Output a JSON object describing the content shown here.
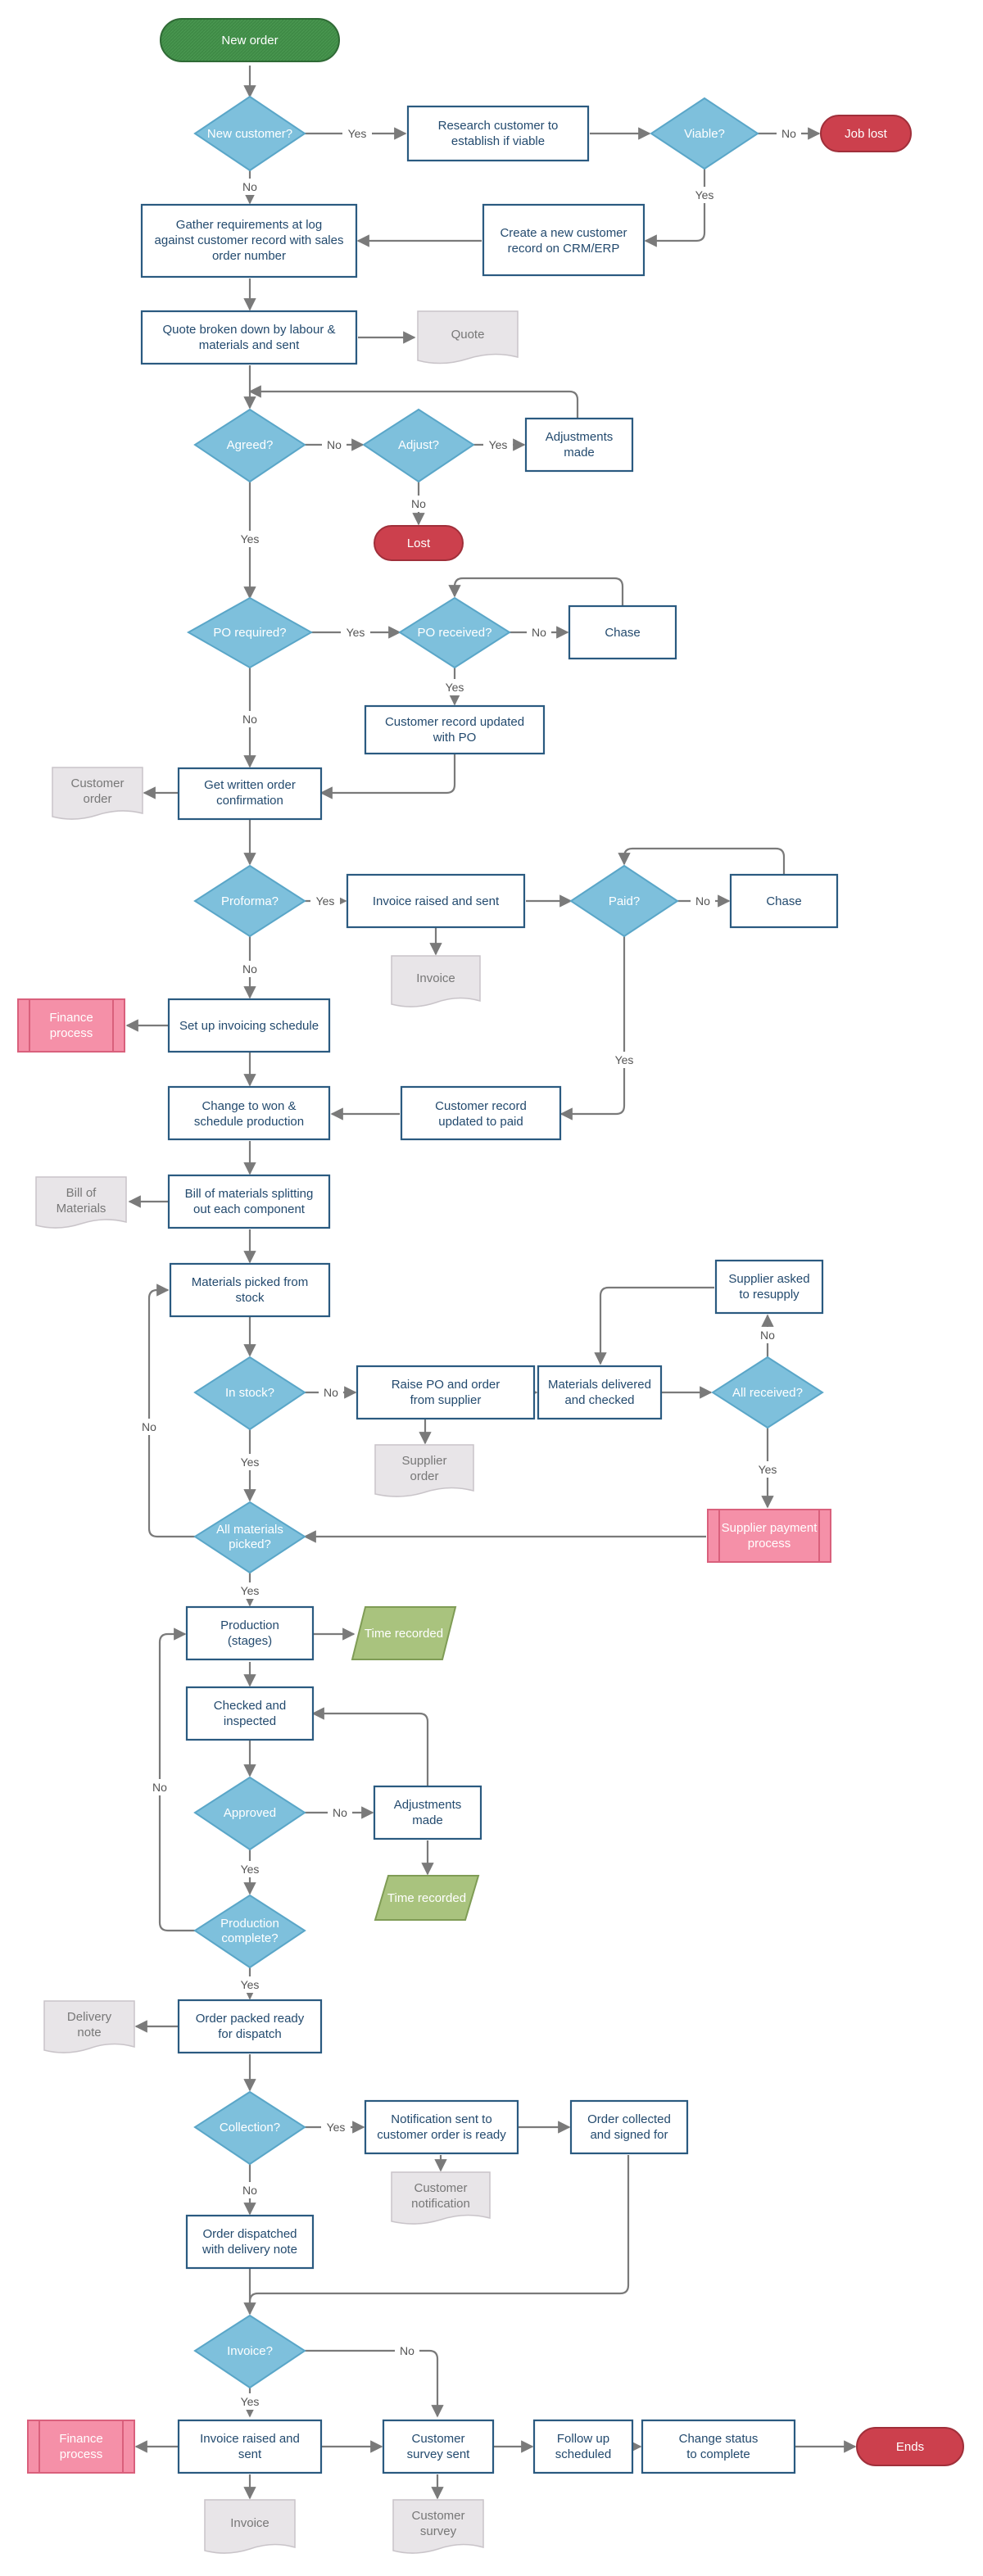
{
  "colors": {
    "terminal_green": "#3f8a46",
    "terminal_red": "#cc404d",
    "process_border": "#2a5a80",
    "decision_fill": "#7ec0dc",
    "decision_border": "#5aa6c8",
    "document_fill": "#e8e5e8",
    "subprocess_fill": "#f590a8",
    "subprocess_border": "#d9607c",
    "data_fill": "#a9c37e",
    "data_border": "#7f9c55",
    "connector": "#7a7a7a"
  },
  "nodes": {
    "new_order": "New order",
    "new_customer": "New customer?",
    "research_customer": [
      "Research customer to",
      "establish if viable"
    ],
    "viable": "Viable?",
    "job_lost": "Job lost",
    "create_customer_record": [
      "Create a new customer",
      "record on CRM/ERP"
    ],
    "gather_requirements": [
      "Gather requirements at log",
      "against customer record with sales",
      "order number"
    ],
    "quote_breakdown": [
      "Quote broken down by labour &",
      "materials and sent"
    ],
    "quote_doc": "Quote",
    "agreed": "Agreed?",
    "adjust": "Adjust?",
    "adjustments_made_1": [
      "Adjustments",
      "made"
    ],
    "lost": "Lost",
    "po_required": "PO required?",
    "po_received": "PO received?",
    "chase_1": "Chase",
    "customer_record_updated_po": [
      "Customer record updated",
      "with PO"
    ],
    "get_written_confirmation": [
      "Get written order",
      "confirmation"
    ],
    "customer_order_doc": [
      "Customer",
      "order"
    ],
    "proforma": "Proforma?",
    "invoice_raised_sent_1": "Invoice raised and sent",
    "paid": "Paid?",
    "chase_2": "Chase",
    "invoice_doc_1": "Invoice",
    "finance_process_1": [
      "Finance",
      "process"
    ],
    "setup_invoicing": "Set up invoicing schedule",
    "change_to_won": [
      "Change to won &",
      "schedule production"
    ],
    "customer_record_paid": [
      "Customer record",
      "updated to paid"
    ],
    "bill_of_materials_doc": [
      "Bill of",
      "Materials"
    ],
    "bill_of_materials_split": [
      "Bill of materials splitting",
      "out each component"
    ],
    "materials_picked": [
      "Materials picked from",
      "stock"
    ],
    "supplier_asked": [
      "Supplier asked",
      "to resupply"
    ],
    "in_stock": "In stock?",
    "raise_po": [
      "Raise PO and order",
      "from supplier"
    ],
    "materials_delivered": [
      "Materials delivered",
      "and checked"
    ],
    "all_received": "All received?",
    "supplier_order_doc": [
      "Supplier",
      "order"
    ],
    "all_materials_picked": [
      "All materials",
      "picked?"
    ],
    "supplier_payment": [
      "Supplier payment",
      "process"
    ],
    "production": [
      "Production",
      "(stages)"
    ],
    "time_recorded_1": "Time recorded",
    "checked_inspected": [
      "Checked and",
      "inspected"
    ],
    "approved": "Approved",
    "adjustments_made_2": [
      "Adjustments",
      "made"
    ],
    "time_recorded_2": "Time recorded",
    "production_complete": [
      "Production",
      "complete?"
    ],
    "delivery_note_doc": [
      "Delivery",
      "note"
    ],
    "order_packed": [
      "Order packed ready",
      "for dispatch"
    ],
    "collection": "Collection?",
    "notification_sent": [
      "Notification sent to",
      "customer order is ready"
    ],
    "order_collected": [
      "Order collected",
      "and signed for"
    ],
    "customer_notification_doc": [
      "Customer",
      "notification"
    ],
    "order_dispatched": [
      "Order dispatched",
      "with delivery note"
    ],
    "invoice_decision": "Invoice?",
    "finance_process_2": [
      "Finance",
      "process"
    ],
    "invoice_raised_sent_2": [
      "Invoice raised and",
      "sent"
    ],
    "customer_survey_sent": [
      "Customer",
      "survey sent"
    ],
    "follow_up": [
      "Follow up",
      "scheduled"
    ],
    "change_status": [
      "Change status",
      "to complete"
    ],
    "ends": "Ends",
    "invoice_doc_2": "Invoice",
    "customer_survey_doc": [
      "Customer",
      "survey"
    ]
  },
  "edge_labels": {
    "yes": "Yes",
    "no": "No"
  }
}
